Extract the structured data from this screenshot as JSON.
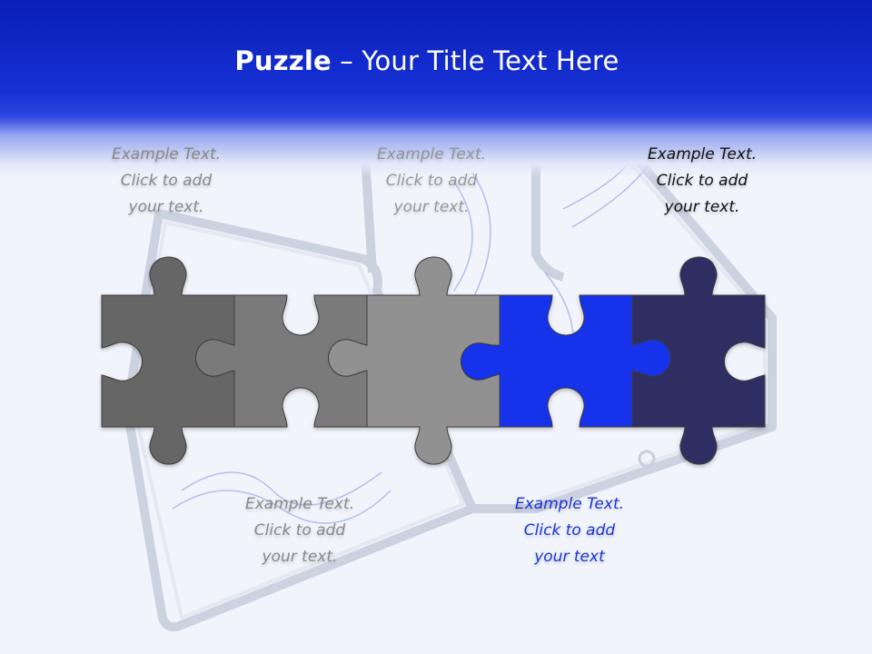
{
  "title": {
    "bold": "Puzzle",
    "rest": " – Your Title Text Here"
  },
  "labels": [
    {
      "line1": "Example Text.",
      "line2": "Click  to add",
      "line3": "your text."
    },
    {
      "line1": "Example Text.",
      "line2": "Click  to add",
      "line3": "your text."
    },
    {
      "line1": "Example Text.",
      "line2": "Click  to add",
      "line3": "your text."
    },
    {
      "line1": "Example Text.",
      "line2": "Click  to add",
      "line3": "your text"
    },
    {
      "line1": "Example Text.",
      "line2": "Click  to add",
      "line3": "your text."
    }
  ],
  "colors": {
    "piece1": "#666666",
    "piece2": "#7a7a7a",
    "piece3": "#919191",
    "piece4": "#1530ea",
    "piece5": "#2f2f63"
  }
}
